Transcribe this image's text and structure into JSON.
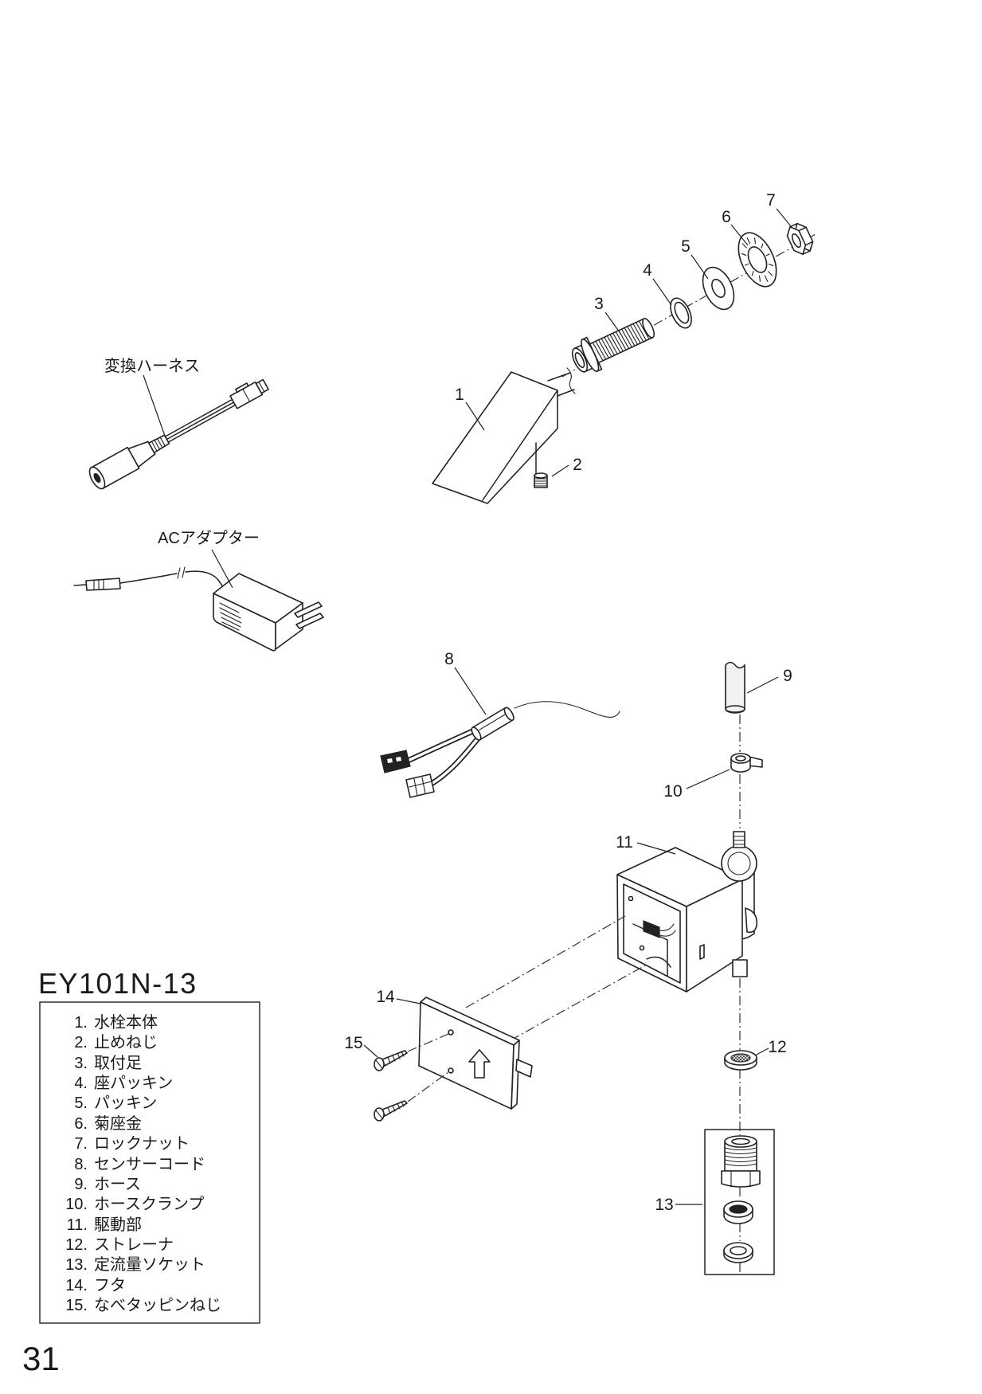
{
  "model": "EY101N-13",
  "page_number": "31",
  "accessory_labels": {
    "conversion_harness": "変換ハーネス",
    "ac_adapter": "ACアダプター"
  },
  "callouts": [
    "1",
    "2",
    "3",
    "4",
    "5",
    "6",
    "7",
    "8",
    "9",
    "10",
    "11",
    "12",
    "13",
    "14",
    "15"
  ],
  "parts_list": [
    {
      "no": "1.",
      "name": "水栓本体"
    },
    {
      "no": "2.",
      "name": "止めねじ"
    },
    {
      "no": "3.",
      "name": "取付足"
    },
    {
      "no": "4.",
      "name": "座パッキン"
    },
    {
      "no": "5.",
      "name": "パッキン"
    },
    {
      "no": "6.",
      "name": "菊座金"
    },
    {
      "no": "7.",
      "name": "ロックナット"
    },
    {
      "no": "8.",
      "name": "センサーコード"
    },
    {
      "no": "9.",
      "name": "ホース"
    },
    {
      "no": "10.",
      "name": "ホースクランプ"
    },
    {
      "no": "11.",
      "name": "駆動部"
    },
    {
      "no": "12.",
      "name": "ストレーナ"
    },
    {
      "no": "13.",
      "name": "定流量ソケット"
    },
    {
      "no": "14.",
      "name": "フタ"
    },
    {
      "no": "15.",
      "name": "なべタッピンねじ"
    }
  ]
}
